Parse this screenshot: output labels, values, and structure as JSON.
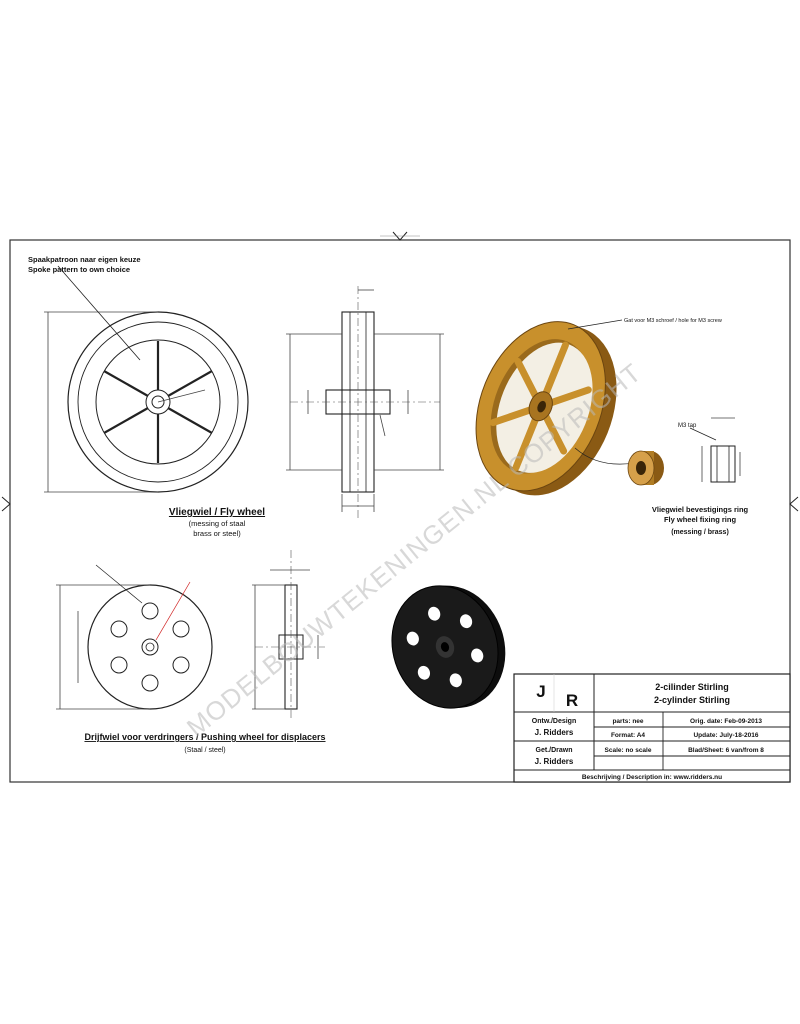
{
  "labels": {
    "spoke_note_nl": "Spaakpatroon naar eigen keuze",
    "spoke_note_en": "Spoke pattern to own choice",
    "flywheel_title": "Vliegwiel / Fly wheel",
    "flywheel_material": "(messing of staal",
    "flywheel_material2": "brass or steel)",
    "fixing_ring_nl": "Vliegwiel bevestigings ring",
    "fixing_ring_en": "Fly wheel fixing ring",
    "fixing_ring_material": "(messing / brass)",
    "pushing_title": "Drijfwiel voor verdringers / Pushing wheel for displacers",
    "pushing_material": "(Staal / steel)",
    "bore_note": "Gat voor M3 schroef / hole for M3 screw",
    "thread_note": "M3 tap",
    "watermark": "MODELBOUWTEKENINGEN.NL COPYRIGHT"
  },
  "titleblock": {
    "logo_j": "J",
    "logo_r": "R",
    "project_nl": "2-cilinder Stirling",
    "project_en": "2-cylinder Stirling",
    "design_label": "Ontw./Design",
    "design_name": "J. Ridders",
    "drawn_label": "Get./Drawn",
    "drawn_name": "J. Ridders",
    "parts": "parts: nee",
    "orig_date": "Orig. date: Feb-09-2013",
    "format": "Format: A4",
    "update": "Update: July-18-2016",
    "scale": "Scale: no scale",
    "sheet": "Blad/Sheet: 6 van/from 8",
    "description": "Beschrijving / Description in:  www.ridders.nu"
  },
  "colors": {
    "brass": "#c8902c",
    "brass_dark": "#8a5a14",
    "steel_black": "#1a1a1a",
    "line": "#222222",
    "red_note": "#d02020"
  }
}
